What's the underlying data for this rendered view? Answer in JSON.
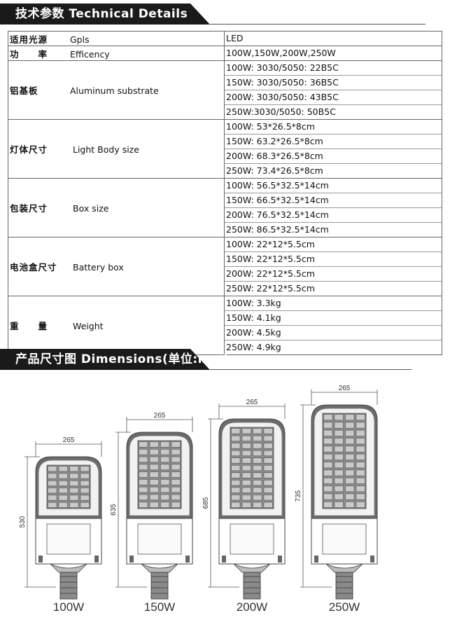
{
  "section_titles": {
    "technical": "技术参数  Technical Details",
    "dimensions": "产品尺寸图  Dimensions(单位:mm)"
  },
  "spec_rows": [
    {
      "cn": "适用光源",
      "en": "Gpls",
      "values": [
        "LED"
      ]
    },
    {
      "cn": "功　　率",
      "en": "Efficency",
      "values": [
        "100W,150W,200W,250W"
      ]
    },
    {
      "cn": "铝基板",
      "en": "Aluminum substrate",
      "values": [
        "100W: 3030/5050: 22B5C",
        "150W: 3030/5050: 36B5C",
        "200W: 3030/5050: 43B5C",
        "250W:3030/5050: 50B5C"
      ]
    },
    {
      "cn": "灯体尺寸",
      "en": "Light Body size",
      "values": [
        "100W: 53*26.5*8cm",
        "150W: 63.2*26.5*8cm",
        "200W: 68.3*26.5*8cm",
        "250W: 73.4*26.5*8cm"
      ]
    },
    {
      "cn": "包装尺寸",
      "en": "Box size",
      "values": [
        "100W: 56.5*32.5*14cm",
        "150W: 66.5*32.5*14cm",
        "200W: 76.5*32.5*14cm",
        "250W: 86.5*32.5*14cm"
      ]
    },
    {
      "cn": "电池盒尺寸",
      "en": "Battery box",
      "values": [
        "100W: 22*12*5.5cm",
        "150W: 22*12*5.5cm",
        "200W: 22*12*5.5cm",
        "250W: 22*12*5.5cm"
      ]
    },
    {
      "cn": "重　　量",
      "en": "Weight",
      "values": [
        "100W: 3.3kg",
        "150W: 4.1kg",
        "200W: 4.5kg",
        "250W: 4.9kg"
      ]
    }
  ],
  "lamps": [
    {
      "model": "100W",
      "width_label": "265",
      "height_label": "530"
    },
    {
      "model": "150W",
      "width_label": "265",
      "height_label": "635"
    },
    {
      "model": "200W",
      "width_label": "265",
      "height_label": "685"
    },
    {
      "model": "250W",
      "width_label": "265",
      "height_label": "735"
    }
  ]
}
